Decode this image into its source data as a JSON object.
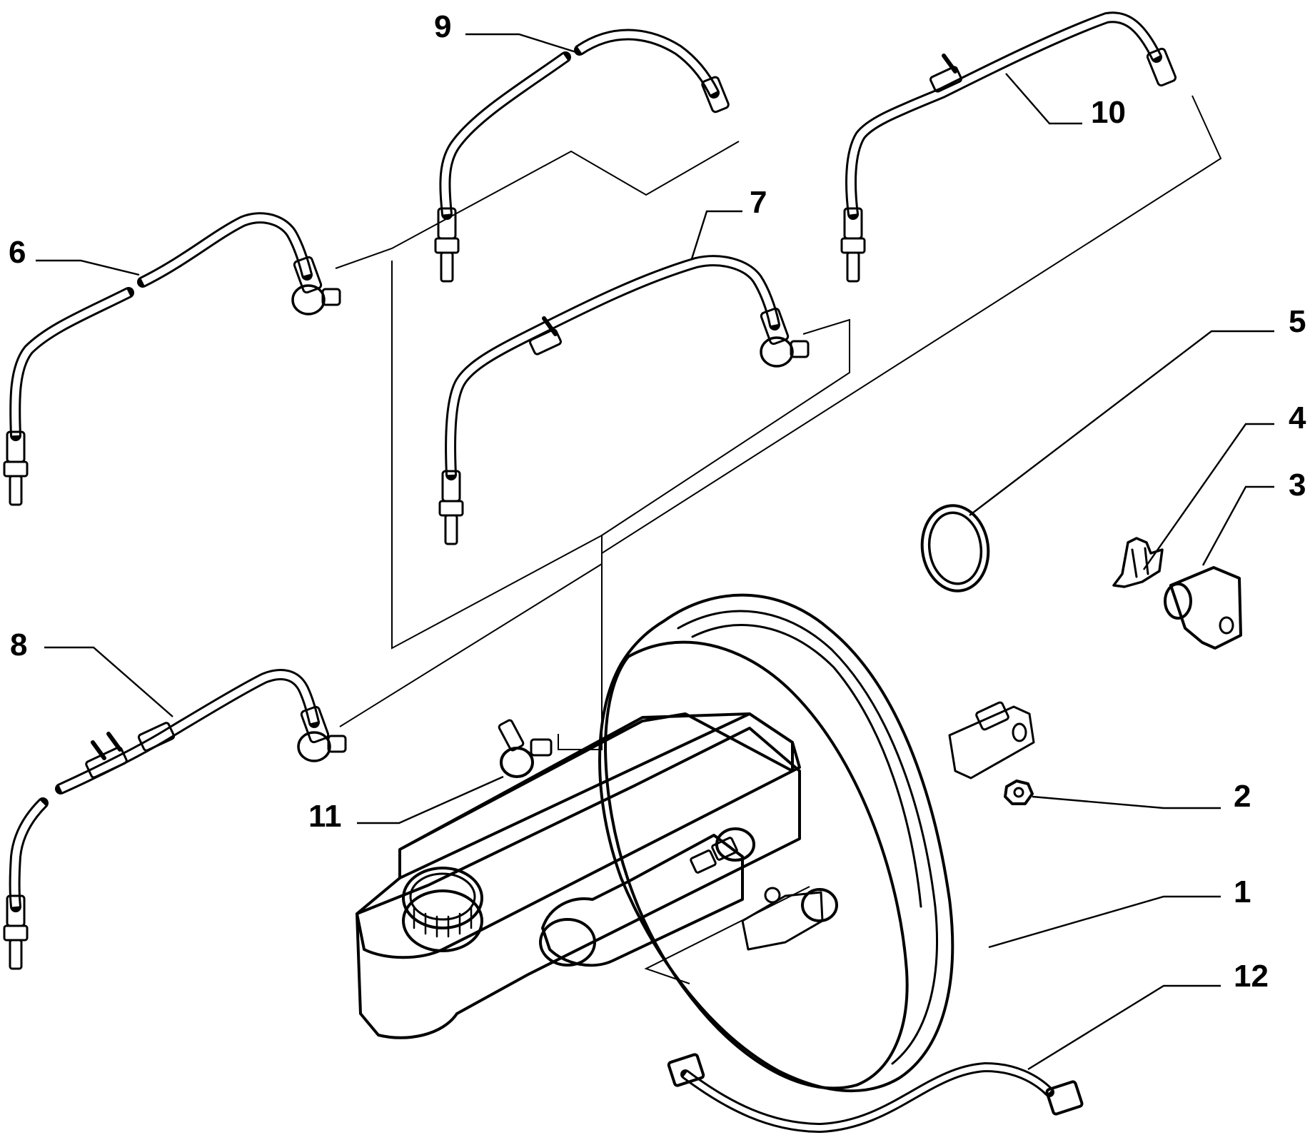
{
  "diagram": {
    "callouts": [
      {
        "id": "c1",
        "label": "1"
      },
      {
        "id": "c2",
        "label": "2"
      },
      {
        "id": "c3",
        "label": "3"
      },
      {
        "id": "c4",
        "label": "4"
      },
      {
        "id": "c5",
        "label": "5"
      },
      {
        "id": "c6",
        "label": "6"
      },
      {
        "id": "c7",
        "label": "7"
      },
      {
        "id": "c8",
        "label": "8"
      },
      {
        "id": "c9",
        "label": "9"
      },
      {
        "id": "c10",
        "label": "10"
      },
      {
        "id": "c11",
        "label": "11"
      },
      {
        "id": "c12",
        "label": "12"
      }
    ],
    "colors": {
      "line": "#000000",
      "fill": "#ffffff"
    }
  }
}
